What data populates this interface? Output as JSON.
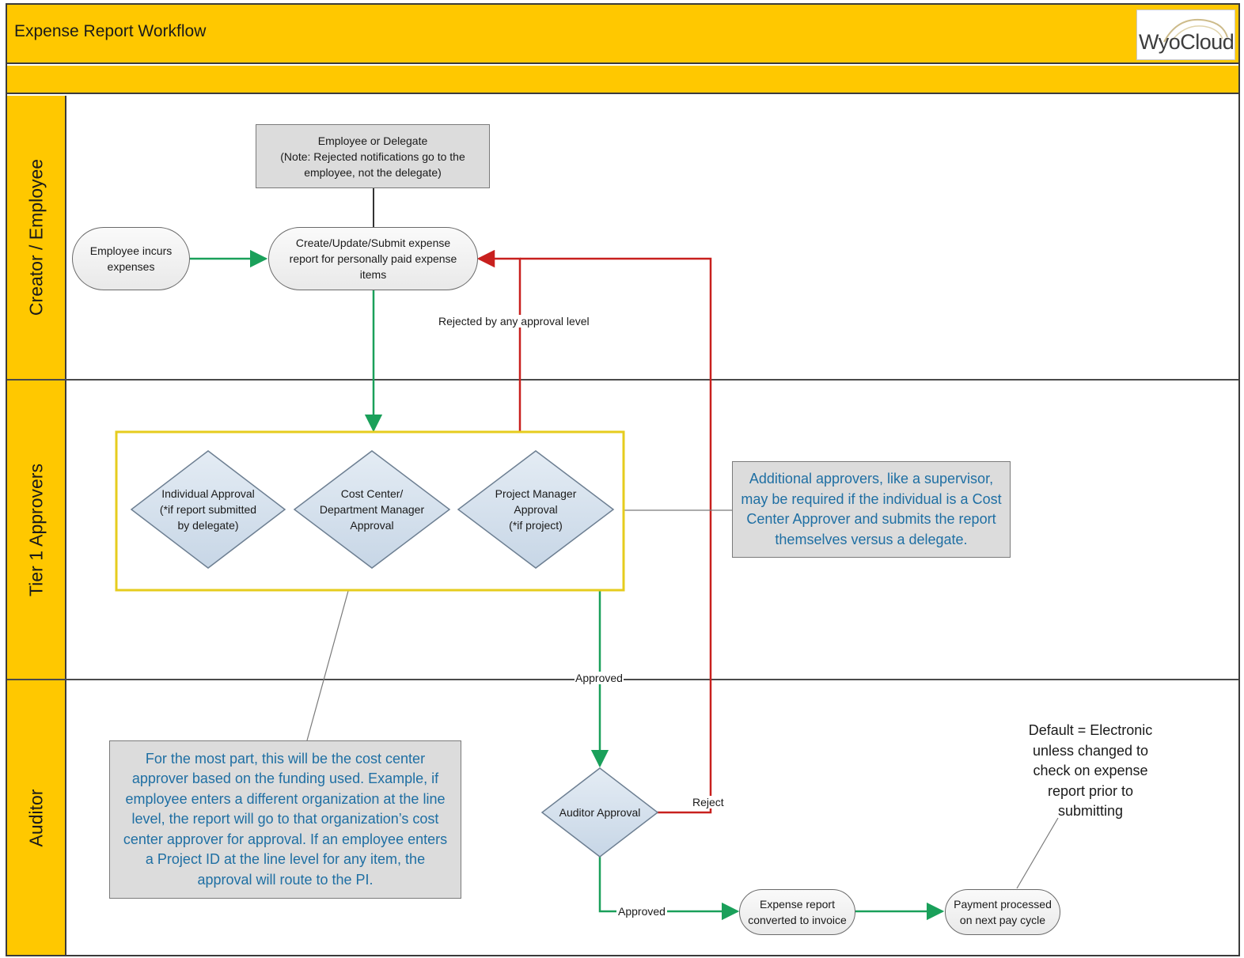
{
  "header": {
    "title": "Expense Report Workflow",
    "logo_text": "WyoCloud"
  },
  "lanes": [
    {
      "label": "Creator / Employee"
    },
    {
      "label": "Tier 1 Approvers"
    },
    {
      "label": "Auditor"
    }
  ],
  "nodes": {
    "delegate_note": "Employee or Delegate\n(Note: Rejected notifications go to the\nemployee, not the delegate)",
    "incurs": "Employee incurs\nexpenses",
    "create": "Create/Update/Submit expense\nreport for personally paid expense\nitems",
    "individual": "Individual Approval\n(*if report submitted\nby delegate)",
    "cost_center": "Cost Center/\nDepartment Manager\nApproval",
    "project_mgr": "Project Manager\nApproval\n(*if project)",
    "auditor": "Auditor Approval",
    "converted": "Expense report\nconverted to invoice",
    "payment": "Payment processed\non next pay cycle"
  },
  "notes": {
    "additional": "Additional approvers, like a supervisor, may be required if the individual is a Cost Center Approver and submits the report themselves versus a delegate.",
    "cost_center": "For the most part, this will be the cost center approver based on the funding used. Example, if employee enters a different organization at the line level, the report will go to that organization’s cost center approver for approval. If an employee enters a Project ID at the line level for any item, the approval will route to the PI.",
    "default": "Default = Electronic\nunless changed to\ncheck on expense\nreport prior to\nsubmitting"
  },
  "edge_labels": {
    "rejected": "Rejected by any approval level",
    "approved_1": "Approved",
    "reject": "Reject",
    "approved_2": "Approved"
  },
  "colors": {
    "lane_yellow": "#ffc800",
    "flow_green": "#1aa05a",
    "reject_red": "#c8201e",
    "group_border": "#e6cc1e",
    "note_text": "#1f6fa3",
    "diamond_fill": "#d3e0ec"
  }
}
